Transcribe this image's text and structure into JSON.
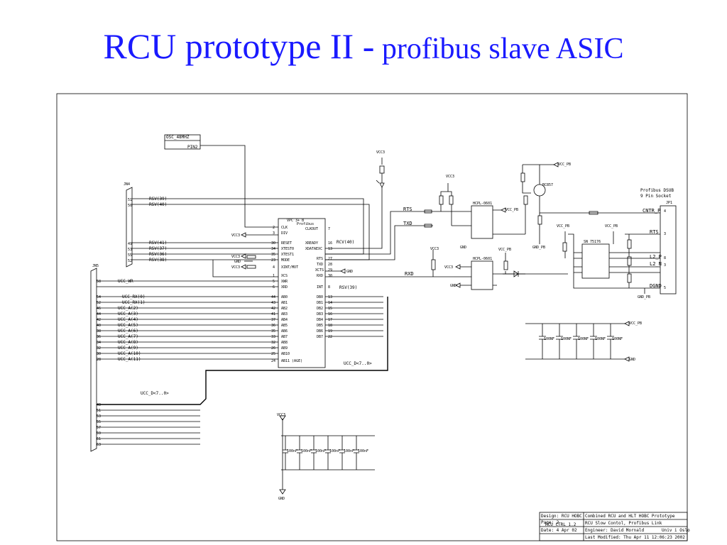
{
  "title": {
    "main": "RCU prototype II -",
    "sub": " profibus slave ASIC"
  },
  "oscillator": {
    "name": "OSC_48MHZ",
    "pin": "PIN2"
  },
  "connectors": {
    "j4": {
      "name": "JN4",
      "pins": [
        "51",
        "50",
        "49",
        "53",
        "55",
        "52"
      ]
    },
    "j5": {
      "name": "JN5",
      "pins": [
        "58",
        "54",
        "52",
        "46",
        "44",
        "42",
        "40",
        "38",
        "36",
        "34",
        "32",
        "30",
        "28"
      ],
      "bottom_pins": [
        "49",
        "51",
        "53",
        "55",
        "57",
        "59",
        "61",
        "63"
      ]
    },
    "jp1": {
      "name": "JP1",
      "label1": "Profibus DSUB",
      "label2": "9 Pin Socket",
      "pins": [
        "CNTR_P",
        "RTS",
        "L2_P",
        "L2_N",
        "DGND"
      ],
      "pin_numbers": [
        "4",
        "3",
        "8",
        "3",
        "5"
      ]
    }
  },
  "asic": {
    "name": "VPC 3+ B",
    "subname": "Profibus",
    "left_pins": [
      "CLK",
      "DIV",
      "RESET",
      "XTEST0",
      "XTEST1",
      "MODE",
      "XINT/MOT",
      "XCS",
      "XWR",
      "XRD",
      "AB0",
      "AB1",
      "AB2",
      "AB3",
      "AB4",
      "AB5",
      "AB6",
      "AB7",
      "AB8",
      "AB9",
      "AB10",
      "AB11 (AGE)"
    ],
    "left_nums": [
      "2",
      "3",
      "30",
      "34",
      "35",
      "23",
      "4",
      "1",
      "5",
      "6",
      "44",
      "43",
      "42",
      "41",
      "37",
      "36",
      "35",
      "33",
      "32",
      "26",
      "25",
      "24"
    ],
    "right_pins": [
      "CLKOUT",
      "XREADY",
      "XDATAEXC",
      "RTS",
      "TXD",
      "XCTS",
      "RXD",
      "INT",
      "DB0",
      "DB1",
      "DB2",
      "DB3",
      "DB4",
      "DB5",
      "DB6",
      "DB7"
    ],
    "right_nums": [
      "7",
      "16",
      "13",
      "27",
      "28",
      "29",
      "30",
      "8",
      "13",
      "14",
      "15",
      "16",
      "17",
      "18",
      "19",
      "22"
    ]
  },
  "nets": {
    "rsv": [
      "RSV(39)",
      "RSV(40)",
      "RSV(41)",
      "RSV(37)",
      "RSV(36)",
      "RSV(38)"
    ],
    "rsv_right": [
      "RCV(40)",
      "RSV(39)"
    ],
    "ucc_wr": "UCC_WR",
    "ucc_rx": [
      "UCC_RX(0)",
      "UCC_RX(1)"
    ],
    "ucc_a": [
      "UCC_A(2)",
      "UCC_A(3)",
      "UCC_A(4)",
      "UCC_A(5)",
      "UCC_A(6)",
      "UCC_A(7)",
      "UCC_A(8)",
      "UCC_A(9)",
      "UCC_A(10)",
      "UCC_A(11)"
    ],
    "ucc_d": "UCC_D<7..0>",
    "rts": "RTS",
    "txd": "TXD",
    "rxd": "RXD",
    "vcc": "VCC3",
    "vcc_pb": "VCC_PB",
    "gnd": "GND",
    "gnd_pb": "GND_PB"
  },
  "components": {
    "transceiver": "SN 75176",
    "opto1": "HCPL-0601",
    "opto2": "HCPL-0601",
    "transistor": "BC857",
    "caps": [
      "100NF",
      "100NF",
      "100NF",
      "100NF",
      "100NF"
    ],
    "caps_bottom": [
      "100nF",
      "100nF",
      "100nF",
      "100nF",
      "100nF",
      "100nF"
    ]
  },
  "title_block": {
    "designer": "Design: RCU HOBC",
    "project": "Combined RCU and HLT HOBC Prototype",
    "sheet": "Page: 2",
    "sheet_name": "RCU_CTRL  1.2",
    "desc": "RCU  Slow Contol, Profibus Link",
    "date": "Date: 4 Apr 02",
    "engineer": "Engineer: David Mornald",
    "org": "Univ i Oslo",
    "modified": "Last Modified: Thu Apr 11 12:06:23 2002"
  }
}
